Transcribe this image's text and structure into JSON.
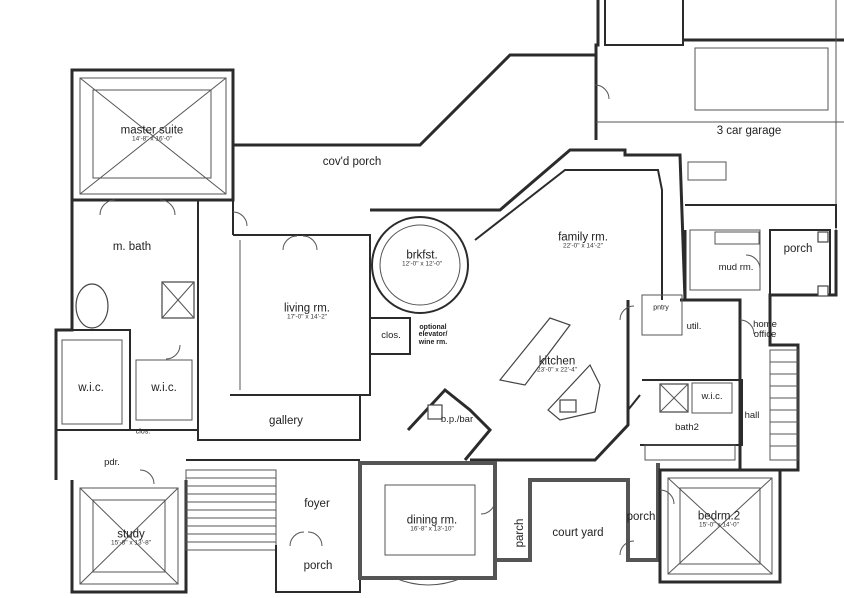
{
  "rooms": {
    "master_suite": {
      "name": "master suite",
      "dims": "14'-8\" x 16'-0\""
    },
    "covd_porch": {
      "name": "cov'd porch"
    },
    "garage": {
      "name": "3 car garage"
    },
    "brkfst": {
      "name": "brkfst.",
      "dims": "12'-0\" x 12'-0\""
    },
    "family": {
      "name": "family rm.",
      "dims": "22'-0\" x 14'-2\""
    },
    "porch_right": {
      "name": "porch"
    },
    "m_bath": {
      "name": "m. bath"
    },
    "living": {
      "name": "living rm.",
      "dims": "17'-0\" x 14'-2\""
    },
    "mud": {
      "name": "mud rm."
    },
    "pntry": {
      "name": "pntry"
    },
    "util": {
      "name": "util."
    },
    "home_office": {
      "name": "home office"
    },
    "clos_mid": {
      "name": "clos."
    },
    "elevator": {
      "name": "optional elevator/ wine rm."
    },
    "kitchen": {
      "name": "kitchen",
      "dims": "23'-0\" x 22'-4\""
    },
    "wic1": {
      "name": "w.i.c."
    },
    "wic2": {
      "name": "w.i.c."
    },
    "wic3": {
      "name": "w.i.c."
    },
    "gallery": {
      "name": "gallery"
    },
    "bp_bar": {
      "name": "b.p./bar"
    },
    "bath2": {
      "name": "bath2"
    },
    "hall": {
      "name": "hall"
    },
    "clos_small": {
      "name": "clos."
    },
    "pdr": {
      "name": "pdr."
    },
    "foyer": {
      "name": "foyer"
    },
    "dining": {
      "name": "dining rm.",
      "dims": "16'-8\" x 13'-10\""
    },
    "parch": {
      "name": "parch"
    },
    "court_yard": {
      "name": "court yard"
    },
    "porch_court": {
      "name": "porch"
    },
    "bedrm2": {
      "name": "bedrm.2",
      "dims": "15'-0\" x 14'-0\""
    },
    "study": {
      "name": "study",
      "dims": "15'-8\" x 13'-8\""
    },
    "porch_front": {
      "name": "porch"
    }
  }
}
